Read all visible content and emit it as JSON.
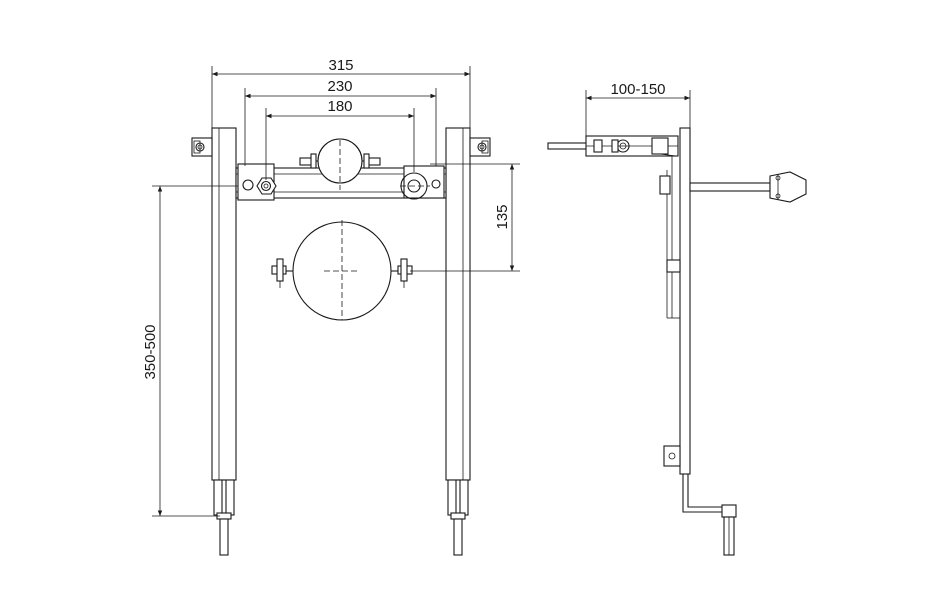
{
  "dimensions": {
    "width_total": "315",
    "width_mid": "230",
    "width_inner": "180",
    "height_outlet": "135",
    "height_legs": "350-500",
    "depth_adjust": "100-150"
  }
}
